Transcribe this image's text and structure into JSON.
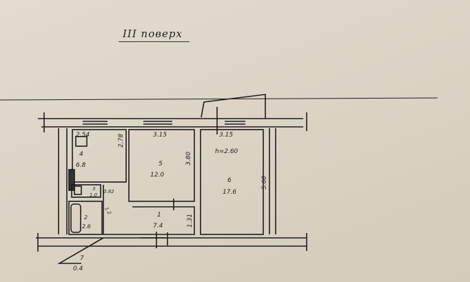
{
  "title": "III поверх",
  "ceiling_height": "h=2.60",
  "rooms": [
    {
      "number": "1",
      "area": "7.4"
    },
    {
      "number": "2",
      "area": "2.6"
    },
    {
      "number": "3",
      "area": "1.0"
    },
    {
      "number": "4",
      "area": "6.8"
    },
    {
      "number": "5",
      "area": "12.0"
    },
    {
      "number": "6",
      "area": "17.6"
    },
    {
      "number": "7",
      "area": "0.4"
    }
  ],
  "dimensions": {
    "kitchen_width": "2.54",
    "kitchen_depth": "2.78",
    "room5_width": "3.15",
    "room5_depth": "3.80",
    "room6_width": "3.15",
    "room6_depth": "5.60",
    "hall_depth": "1.31",
    "wc_dim": "0.92",
    "bath_dim": "1.2"
  }
}
